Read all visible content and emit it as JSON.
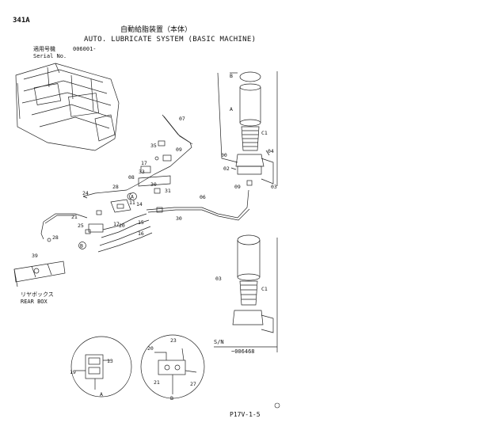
{
  "header": {
    "page_code": "341A",
    "title_jp": "自動給脂装置（本体）",
    "title_en": "AUTO. LUBRICATE SYSTEM (BASIC MACHINE)",
    "serial_jp": "適用号機",
    "serial_value": "006001-",
    "serial_en": "Serial No."
  },
  "callouts": {
    "rear_jp": "リヤボックス",
    "rear_en": "REAR BOX",
    "sn_label": "S/N",
    "sn_value": "~006468"
  },
  "part_numbers": [
    "07",
    "09",
    "35",
    "17",
    "33",
    "08",
    "30",
    "28",
    "31",
    "24",
    "11",
    "14",
    "21",
    "25",
    "17",
    "15",
    "20",
    "16",
    "28",
    "06",
    "30",
    "B",
    "A",
    "C1",
    "00",
    "04",
    "02",
    "03",
    "09",
    "39",
    "03",
    "C1",
    "13",
    "19",
    "23",
    "20",
    "21",
    "27"
  ],
  "view_labels": [
    "A",
    "B"
  ],
  "footer": {
    "page_id": "P17V-1-5"
  }
}
